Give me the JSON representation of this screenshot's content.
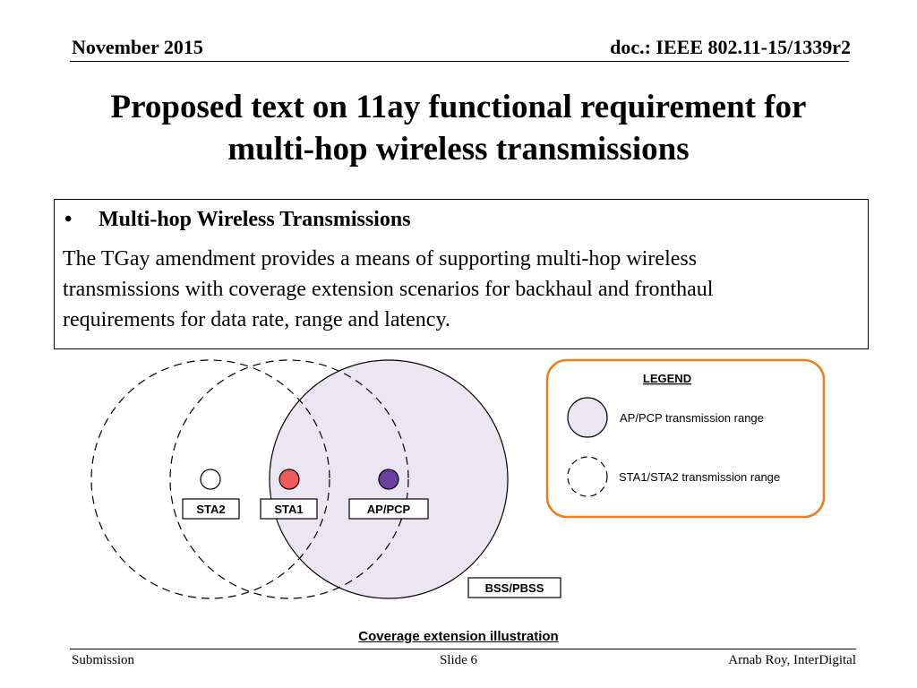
{
  "header": {
    "date": "November 2015",
    "doc_id": "doc.: IEEE 802.11-15/1339r2"
  },
  "title": {
    "line1": "Proposed text on 11ay functional requirement for",
    "line2": "multi-hop wireless transmissions"
  },
  "content": {
    "bullet_symbol": "•",
    "bullet_heading": "Multi-hop Wireless Transmissions",
    "paragraph_lines": [
      "The TGay amendment provides a means of supporting multi-hop wireless",
      "transmissions with coverage extension scenarios for backhaul and fronthaul",
      "requirements for data rate, range and latency."
    ]
  },
  "diagram": {
    "nodes": {
      "sta2": "STA2",
      "sta1": "STA1",
      "ap": "AP/PCP",
      "bss": "BSS/PBSS"
    },
    "colors": {
      "ap_fill": "#6a3fa0",
      "sta1_fill": "#f05a5a",
      "ap_range_fill": "#ece6f2",
      "legend_border": "#f07d1e"
    },
    "legend": {
      "title": "LEGEND",
      "ap_range": "AP/PCP transmission range",
      "sta_range": "STA1/STA2 transmission range"
    },
    "caption": "Coverage extension illustration"
  },
  "footer": {
    "left": "Submission",
    "center": "Slide 6",
    "right": "Arnab Roy, InterDigital"
  }
}
